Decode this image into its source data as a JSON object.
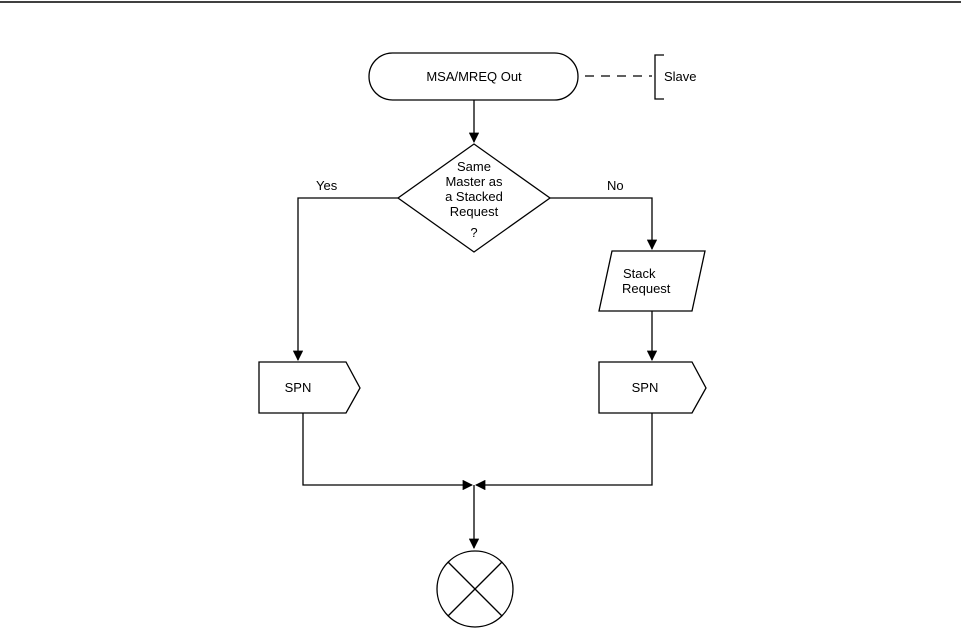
{
  "diagram": {
    "start": {
      "label": "MSA/MREQ Out"
    },
    "annotation": {
      "label": "Slave"
    },
    "decision": {
      "lines": [
        "Same",
        "Master as",
        "a Stacked",
        "Request",
        "?"
      ]
    },
    "branches": {
      "yes_label": "Yes",
      "no_label": "No"
    },
    "stack_request": {
      "lines": [
        "Stack",
        "Request"
      ]
    },
    "spn_left": {
      "label": "SPN"
    },
    "spn_right": {
      "label": "SPN"
    }
  },
  "colors": {
    "stroke": "#000000",
    "background": "#ffffff"
  }
}
